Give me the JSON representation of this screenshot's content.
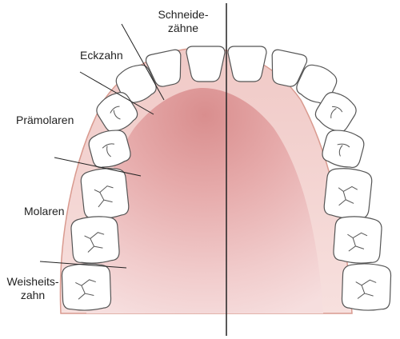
{
  "labels": {
    "incisors": {
      "line1": "Schneide-",
      "line2": "zähne"
    },
    "canine": "Eckzahn",
    "premolars": "Prämolaren",
    "molars": "Molaren",
    "wisdom": {
      "line1": "Weisheits-",
      "line2": "zahn"
    }
  },
  "colors": {
    "gum_edge": "#d99a8f",
    "gum_light": "#f6dfde",
    "palate_deep": "#d98e8e",
    "palate_mid": "#e9b7b7",
    "tooth_fill": "#ffffff",
    "tooth_stroke": "#555555",
    "line": "#222222"
  }
}
